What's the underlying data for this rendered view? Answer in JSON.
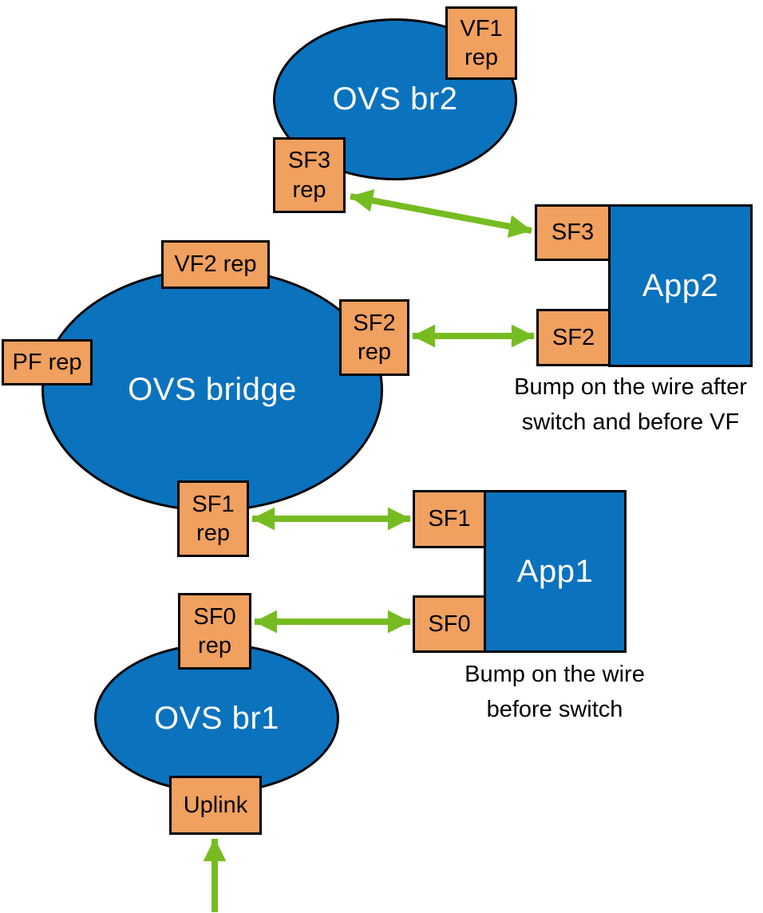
{
  "colors": {
    "node_fill": "#0B72BD",
    "port_fill": "#F0A05F",
    "arrow": "#76BC21",
    "outline": "#000000",
    "node_text": "#FFFFFF",
    "port_text": "#000000"
  },
  "bridges": {
    "ovs_br2": {
      "label": "OVS br2"
    },
    "ovs_bridge": {
      "label": "OVS bridge"
    },
    "ovs_br1": {
      "label": "OVS br1"
    }
  },
  "apps": {
    "app2": {
      "label": "App2",
      "caption": "Bump on the wire after\nswitch and before VF",
      "ports": {
        "sf3": "SF3",
        "sf2": "SF2"
      }
    },
    "app1": {
      "label": "App1",
      "caption": "Bump on the wire\nbefore switch",
      "ports": {
        "sf1": "SF1",
        "sf0": "SF0"
      }
    }
  },
  "ports": {
    "vf1_rep": "VF1\nrep",
    "sf3_rep": "SF3\nrep",
    "vf2_rep": "VF2 rep",
    "pf_rep": "PF rep",
    "sf2_rep": "SF2\nrep",
    "sf1_rep": "SF1\nrep",
    "sf0_rep": "SF0\nrep",
    "uplink": "Uplink"
  },
  "connections": [
    {
      "from": "sf3_rep",
      "to": "app2.sf3",
      "type": "bidirectional"
    },
    {
      "from": "sf2_rep",
      "to": "app2.sf2",
      "type": "bidirectional"
    },
    {
      "from": "sf1_rep",
      "to": "app1.sf1",
      "type": "bidirectional"
    },
    {
      "from": "sf0_rep",
      "to": "app1.sf0",
      "type": "bidirectional"
    },
    {
      "from": "external",
      "to": "uplink",
      "type": "unidirectional-in"
    }
  ]
}
